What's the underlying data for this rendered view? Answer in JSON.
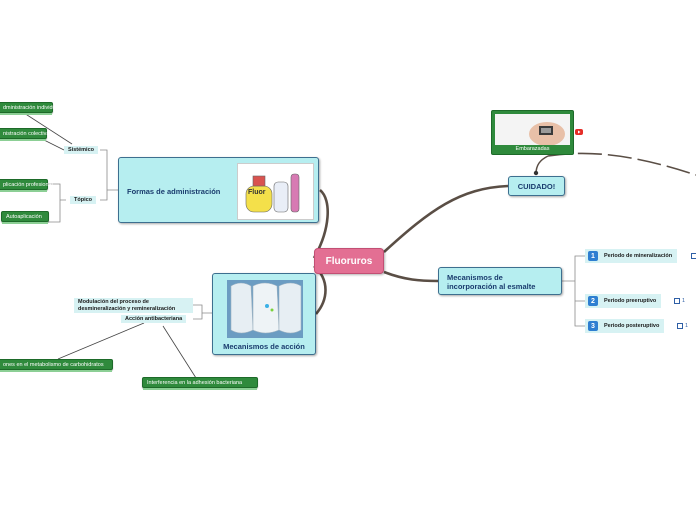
{
  "central": {
    "label": "Fluoruros"
  },
  "formas": {
    "label": "Formas de administración",
    "image_label": "Fluor",
    "sistemico": {
      "label": "Sistémico",
      "children": [
        "dministración individual",
        "nistración colectiva"
      ]
    },
    "topico": {
      "label": "Tópico",
      "children": [
        "plicación profesional",
        "Autoaplicación"
      ]
    }
  },
  "mecanismos_accion": {
    "label": "Mecanismos de acción",
    "modulacion": "Modulación del proceso de desmineralización y remineralización",
    "antibacteriana": {
      "label": "Acción antibacteriana",
      "children": [
        "ones en el metabolismo de carbohidratos",
        "Interferencia en la adhesión bacteriana"
      ]
    }
  },
  "mecanismos_incorporacion": {
    "label": "Mecanismos de incorporación al esmalte",
    "periodos": [
      {
        "num": "1",
        "label": "Periodo de mineralización",
        "note": ""
      },
      {
        "num": "2",
        "label": "Periodo preeruptivo",
        "note": "1"
      },
      {
        "num": "3",
        "label": "Periodo posteruptivo",
        "note": "1"
      }
    ]
  },
  "cuidado": {
    "label": "CUIDADO!",
    "child_label": "Embarazadas"
  },
  "colors": {
    "central": "#e36f93",
    "main_fill": "#b6eef0",
    "green": "#2f8a3c",
    "blue_num": "#2e7fd1",
    "connector": "#5a4e45"
  }
}
